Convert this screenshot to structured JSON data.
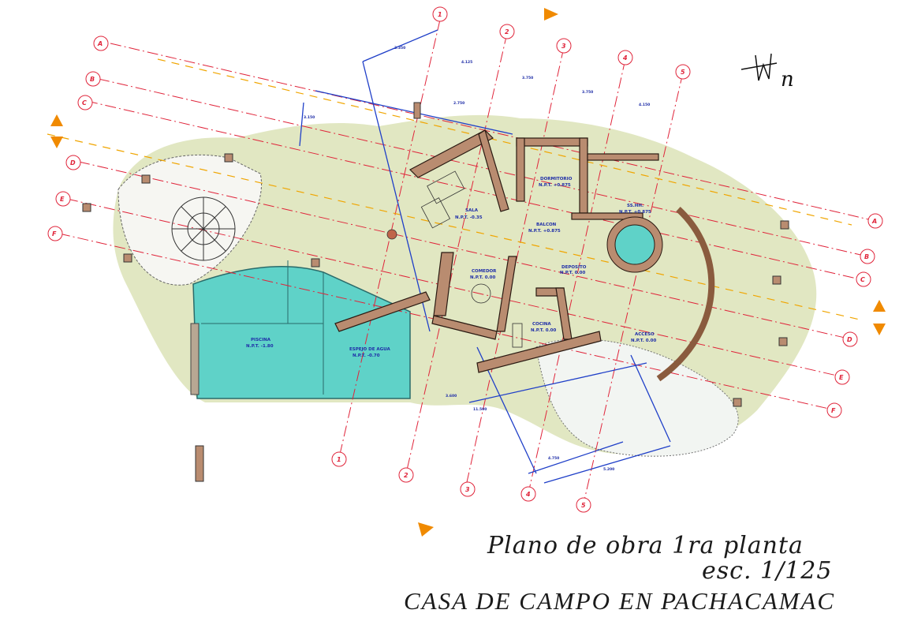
{
  "title": {
    "line1": "Plano de obra 1ra planta",
    "line2": "esc. 1/125",
    "line3": "CASA DE CAMPO EN PACHACAMAC"
  },
  "north_label": "n",
  "grid_axes_numbers": [
    "1",
    "2",
    "3",
    "4",
    "5"
  ],
  "grid_axes_letters": [
    "A",
    "B",
    "C",
    "D",
    "E",
    "F"
  ],
  "rooms": {
    "sala": {
      "name": "SALA",
      "level": "N.P.T. -0.35"
    },
    "dormitorio": {
      "name": "DORMITORIO",
      "level": "N.P.T. +0.875"
    },
    "balcon": {
      "name": "BALCON",
      "level": "N.P.T. +0.875"
    },
    "ss_hh": {
      "name": "SS.HH.",
      "level": "N.P.T. +0.875"
    },
    "comedor": {
      "name": "COMEDOR",
      "level": "N.P.T. 0.00"
    },
    "cocina": {
      "name": "COCINA",
      "level": "N.P.T. 0.00"
    },
    "acceso": {
      "name": "ACCESO",
      "level": "N.P.T. 0.00"
    },
    "piscina": {
      "name": "PISCINA",
      "level": "N.P.T. -1.80"
    },
    "espejo": {
      "name": "ESPEJO DE AGUA",
      "level": "N.P.T. -0.70"
    },
    "deposito": {
      "name": "DEPOSITO",
      "level": "N.P.T. 0.00"
    }
  },
  "dimensions": [
    "3.350",
    "4.125",
    "3.750",
    "3.750",
    "4.150",
    "2.750",
    "3.150",
    "4.750",
    "5.200",
    "11.500",
    "3.600"
  ]
}
